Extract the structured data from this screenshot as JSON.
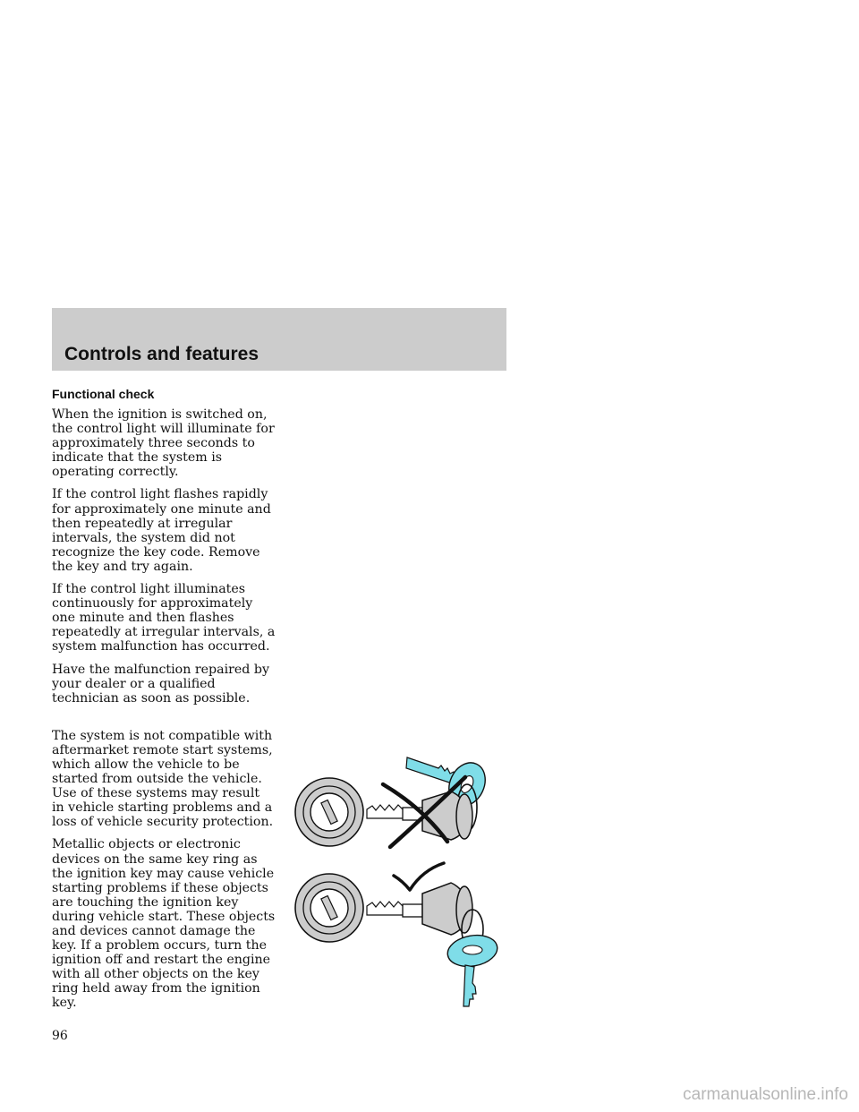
{
  "header": {
    "title": "Controls and features"
  },
  "section": {
    "heading": "Functional check",
    "paragraphs": [
      "When the ignition is switched on, the control light will illuminate for approximately three seconds to indicate that the system is operating correctly.",
      "If the control light flashes rapidly for approximately one minute and then repeatedly at irregular intervals, the system did not recognize the key code. Remove the key and try again.",
      "If the control light illuminates continuously for approximately one minute and then flashes repeatedly at irregular intervals, a system malfunction has occurred.",
      "Have the malfunction repaired by your dealer or a qualified technician as soon as possible.",
      "The system is not compatible with aftermarket remote start systems, which allow the vehicle to be started from outside the vehicle. Use of these systems may result in vehicle starting problems and a loss of vehicle security protection.",
      "Metallic objects or electronic devices on the same key ring as the ignition key may cause vehicle starting problems if these objects are touching the ignition key during vehicle start. These objects and devices cannot damage the key. If a problem occurs, turn the ignition off and restart the engine with all other objects on the key ring held away from the ignition key."
    ]
  },
  "page_number": "96",
  "footer": {
    "watermark": "carmanualsonline.info"
  },
  "illustration": {
    "icons": [
      "ignition-lock-icon",
      "key-icon",
      "wrong-x-icon",
      "correct-check-icon"
    ],
    "colors": {
      "key_fill": "#7fdde8",
      "lock_gray": "#cccccc",
      "fob_gray": "#cccccc",
      "outline": "#111111"
    }
  }
}
